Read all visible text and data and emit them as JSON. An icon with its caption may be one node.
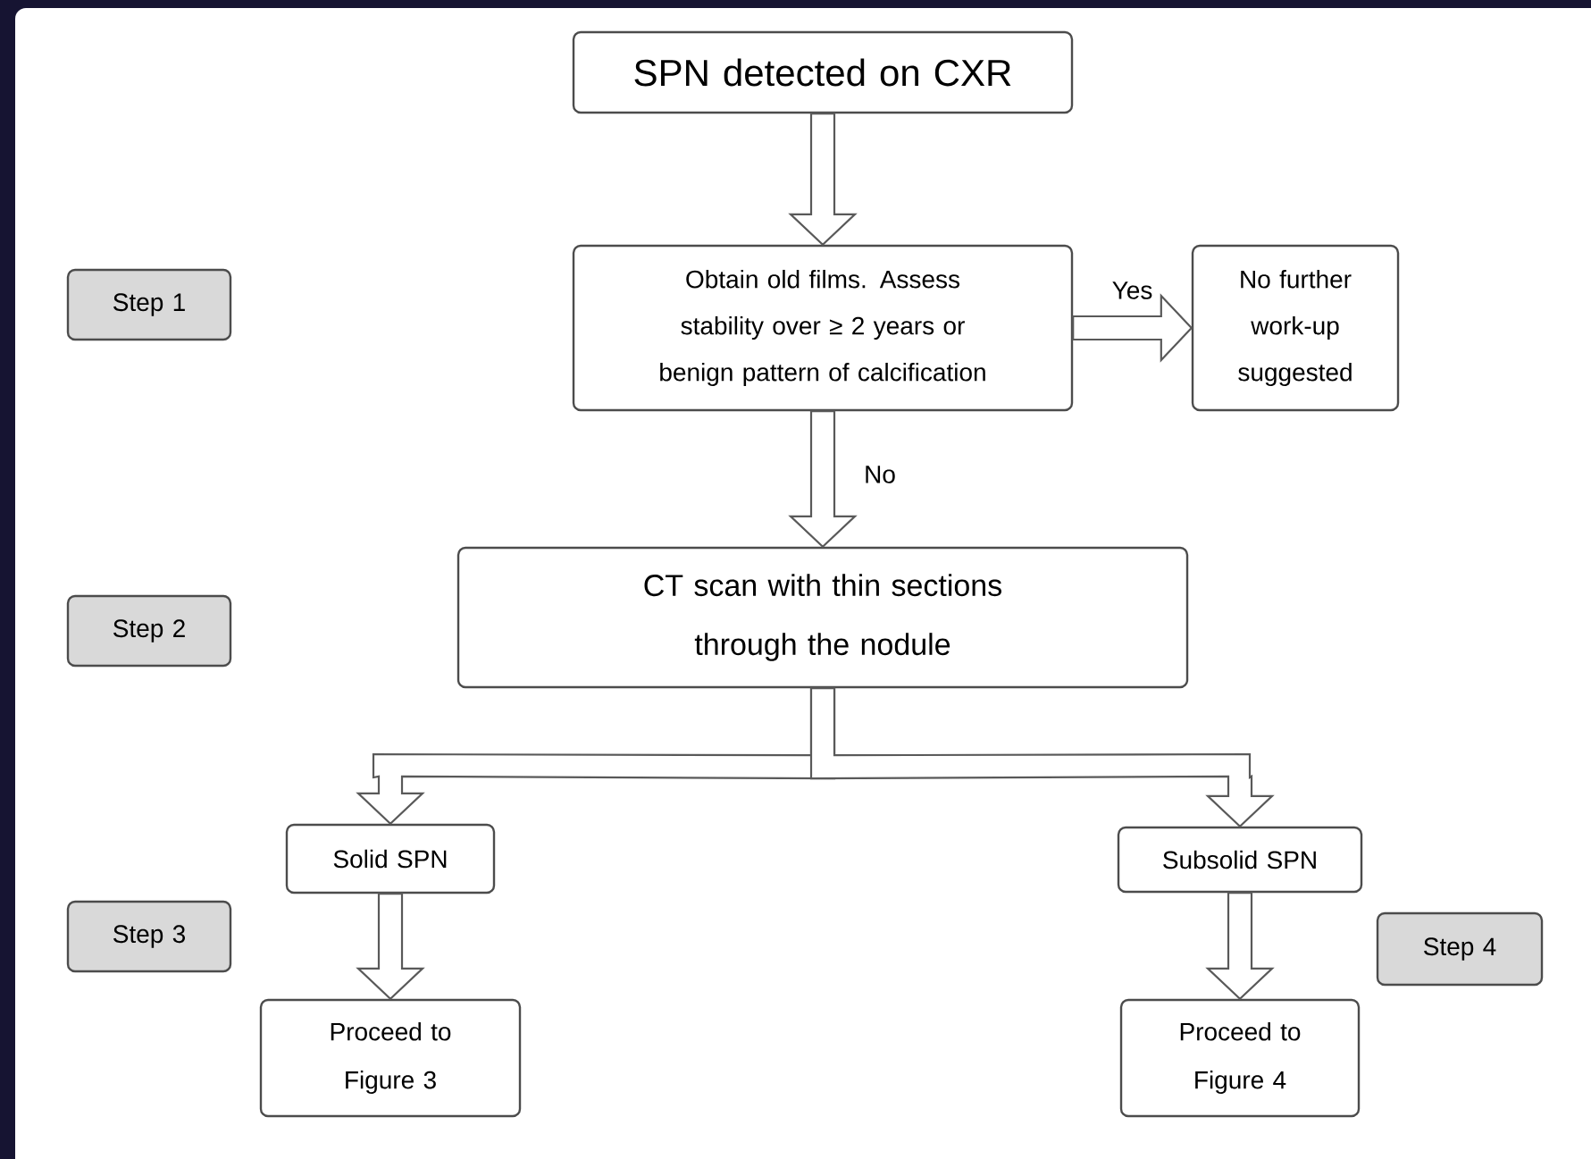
{
  "diagram": {
    "nodes": [
      {
        "text": [
          "SPN detected on CXR"
        ]
      },
      {
        "text": [
          "Obtain old films. Assess stability over ≥ 2 years or benign pattern of calcification"
        ]
      },
      {
        "text": [
          "No further work-up suggested"
        ]
      },
      {
        "text": [
          "CT scan with thin sections through the nodule"
        ]
      },
      {
        "text": [
          "Solid SPN"
        ]
      },
      {
        "text": [
          "Subsolid SPN"
        ]
      },
      {
        "text": [
          "Proceed to Figure 3"
        ]
      },
      {
        "text": [
          "Proceed to Figure 4"
        ]
      },
      {
        "text": [
          "Step 1"
        ]
      },
      {
        "text": [
          "Step 2"
        ]
      },
      {
        "text": [
          "Step 3"
        ]
      },
      {
        "text": [
          "Step 4"
        ]
      }
    ],
    "edges": [
      {
        "from": 0,
        "to": 1,
        "arrow": "to"
      },
      {
        "from": 1,
        "to": 2,
        "arrow": "to",
        "label": "Yes"
      },
      {
        "from": 1,
        "to": 3,
        "arrow": "to",
        "label": "No"
      },
      {
        "from": 3,
        "to": 4,
        "arrow": "to"
      },
      {
        "from": 3,
        "to": 5,
        "arrow": "to"
      },
      {
        "from": 4,
        "to": 6,
        "arrow": "to"
      },
      {
        "from": 5,
        "to": 7,
        "arrow": "to"
      }
    ]
  }
}
